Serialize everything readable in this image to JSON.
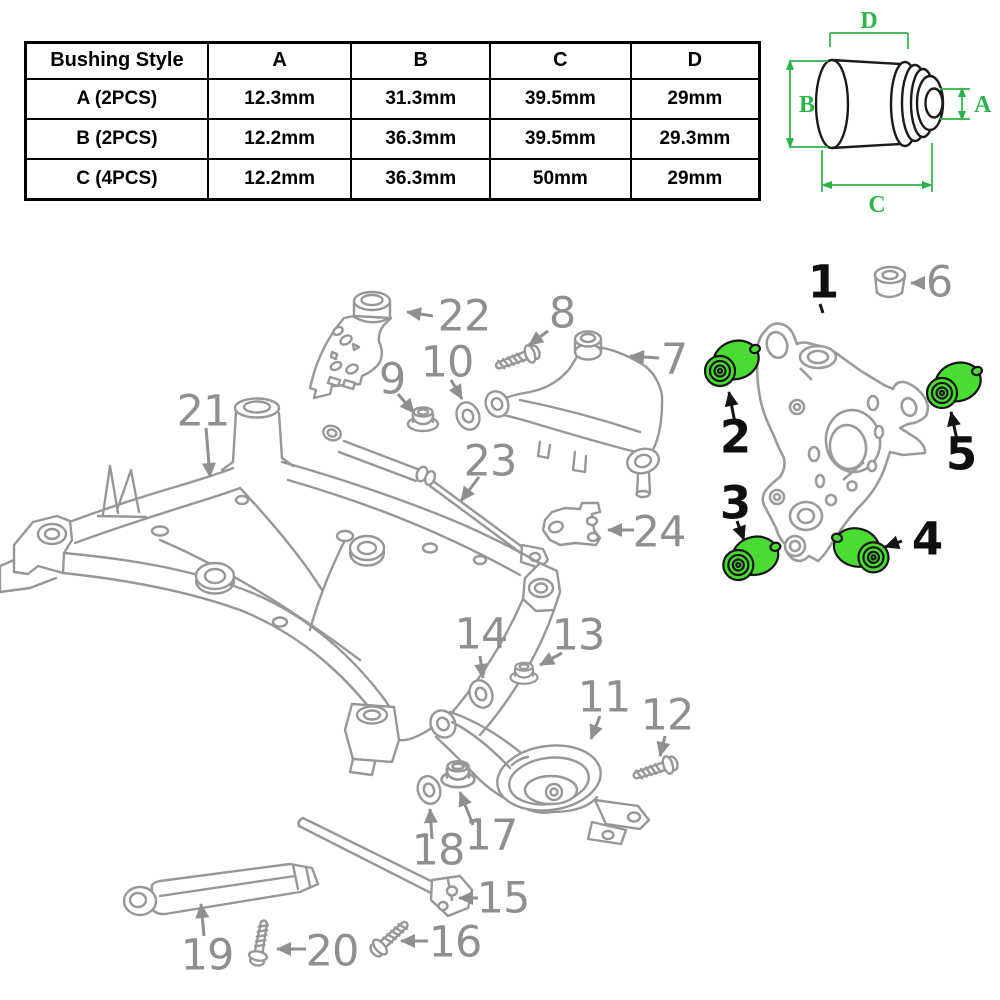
{
  "table": {
    "headers": [
      "Bushing Style",
      "A",
      "B",
      "C",
      "D"
    ],
    "rows": [
      [
        "A (2PCS)",
        "12.3mm",
        "31.3mm",
        "39.5mm",
        "29mm"
      ],
      [
        "B (2PCS)",
        "12.2mm",
        "36.3mm",
        "39.5mm",
        "29.3mm"
      ],
      [
        "C (4PCS)",
        "12.2mm",
        "36.3mm",
        "50mm",
        "29mm"
      ]
    ]
  },
  "dimension_diagram": {
    "labels": {
      "top": "D",
      "left": "B",
      "right": "A",
      "bottom": "C"
    },
    "line_color": "#2eb34a"
  },
  "diagram": {
    "highlight_color": "#4bdc33",
    "line_color": "#979797",
    "label_color": "#8f8f8f",
    "black_label_color": "#0f0f0f",
    "labels": {
      "p1": "1",
      "p2": "2",
      "p3": "3",
      "p4": "4",
      "p5": "5",
      "p6": "6",
      "p7": "7",
      "p8": "8",
      "p9": "9",
      "p10": "10",
      "p11": "11",
      "p12": "12",
      "p13": "13",
      "p14": "14",
      "p15": "15",
      "p16": "16",
      "p17": "17",
      "p18": "18",
      "p19": "19",
      "p20": "20",
      "p21": "21",
      "p22": "22",
      "p23": "23",
      "p24": "24"
    }
  }
}
